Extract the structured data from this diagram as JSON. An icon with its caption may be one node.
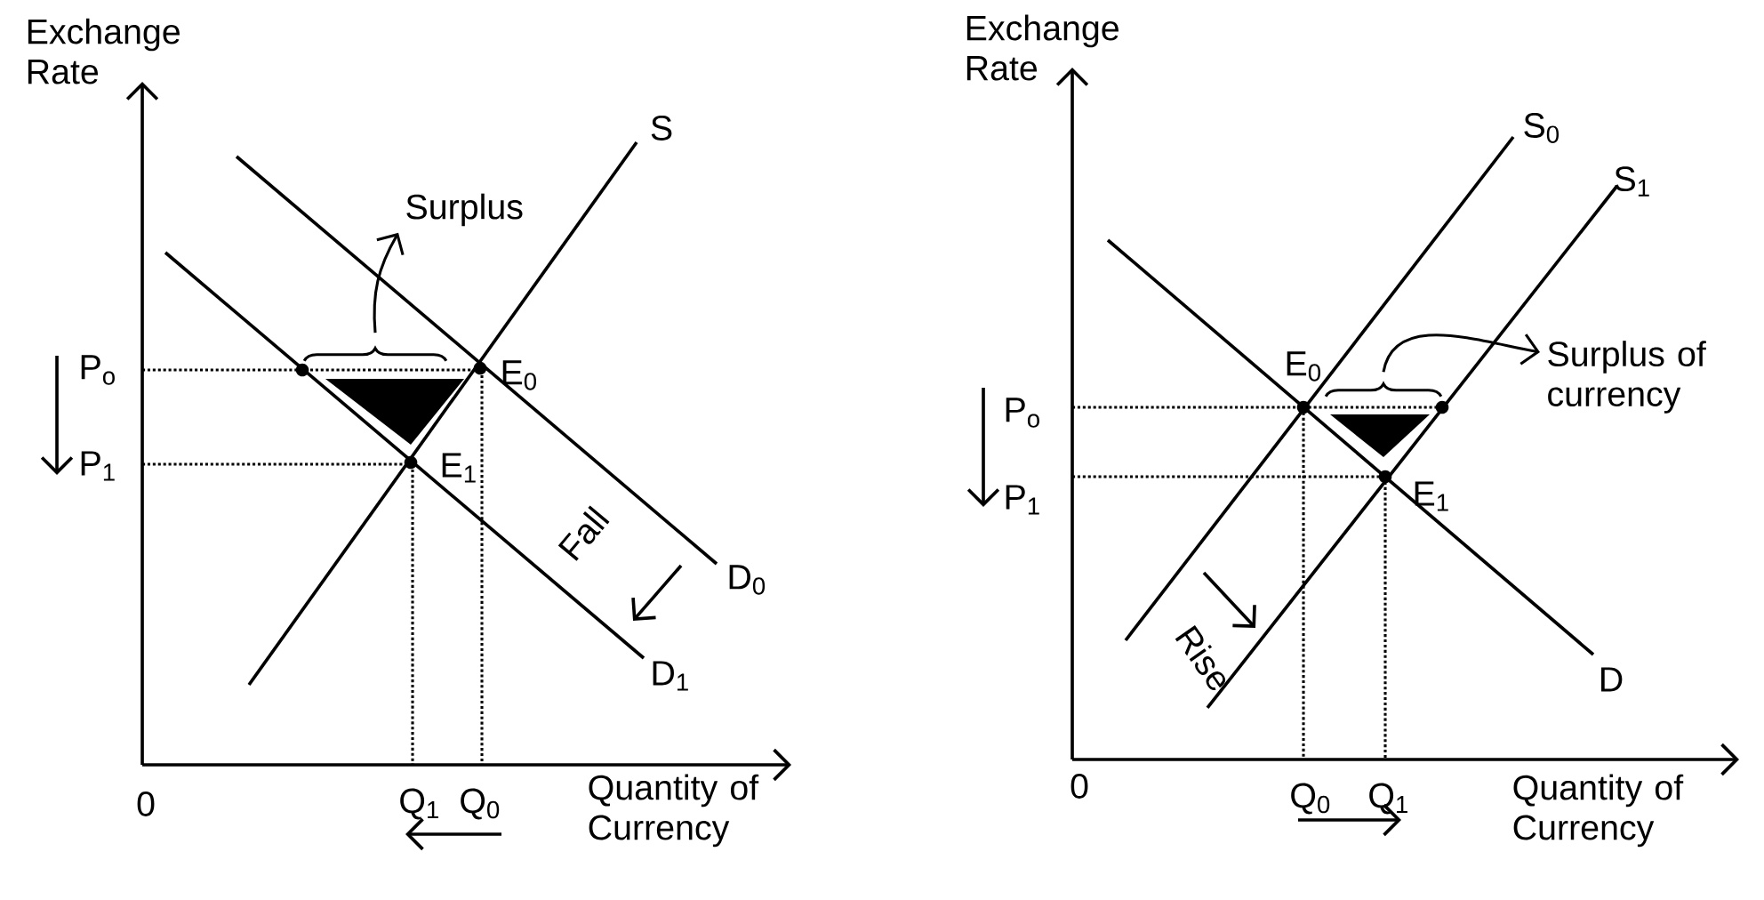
{
  "diagram": {
    "nodes": [
      {
        "text": [
          "Surplus"
        ]
      },
      {
        "text": [],
        "shape": "brace"
      },
      {
        "text": [
          "Surplus of currency"
        ]
      },
      {
        "text": [],
        "shape": "brace"
      }
    ],
    "edges": [
      {
        "from": 1,
        "to": 0,
        "arrow": "to"
      },
      {
        "from": 3,
        "to": 2,
        "arrow": "to"
      }
    ],
    "labels": [
      "Exchange Rate",
      "S",
      "P$_{o}$",
      "E$_{0}$",
      "P$_{1}$",
      "E$_{1}$",
      "Fall",
      "D$_{0}$",
      "D$_{1}$",
      "0",
      "Q$_{1}$",
      "Q$_{0}$",
      "Quantity of Currency",
      "Exchange Rate",
      "S$_{0}$",
      "S$_{1}$",
      "E$_{0}$",
      "P$_{o}$",
      "P$_{1}$",
      "E$_{1}$",
      "Rise",
      "D",
      "0",
      "Q$_{0}$",
      "Q$_{1}$",
      "Quantity of Currency"
    ]
  }
}
